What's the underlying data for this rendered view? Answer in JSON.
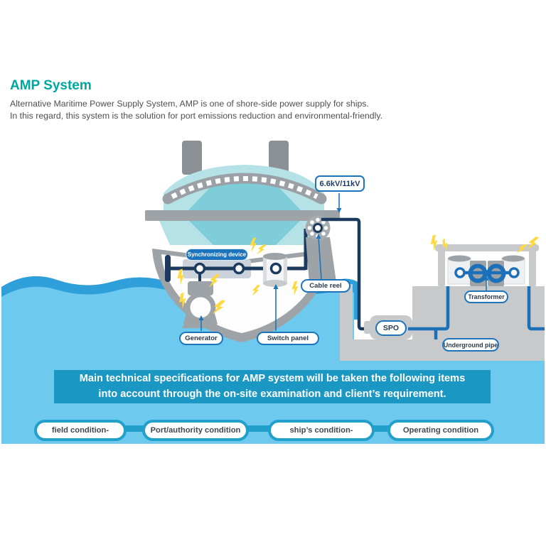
{
  "header": {
    "title": "AMP System",
    "subtitle_line1": "Alternative Maritime Power Supply System, AMP is one of shore-side power supply for ships.",
    "subtitle_line2": "In this regard, this system is the solution for port emissions reduction and environmental-friendly."
  },
  "diagram": {
    "labels": {
      "synchronizing_device": "Synchronizing device",
      "generator": "Generator",
      "switch_panel": "Switch panel",
      "cable_reel": "Cable reel",
      "voltage": "6.6kV/11kV",
      "spo": "SPO",
      "underground_pipe": "Underground pipe",
      "transformer": "Transformer"
    }
  },
  "banner": {
    "line1": "Main technical specifications for AMP system will be taken the following items",
    "line2": "into account through the on-site examination and client’s requirement."
  },
  "conditions": [
    {
      "label": "field condition-"
    },
    {
      "label": "Port/authority condition"
    },
    {
      "label": "ship’s condition-"
    },
    {
      "label": "Operating condition"
    }
  ],
  "colors": {
    "accent_teal": "#00A79E",
    "banner_blue": "#1B97C3",
    "condition_border": "#22A0CC",
    "label_border": "#1C75BC",
    "water_light": "#6EC9EF",
    "wave_dark": "#2E9FD9",
    "dock_gray": "#C7C9CB",
    "cable_navy": "#1B3A5E",
    "pipe_blue": "#1C6FB9",
    "lightning_yellow": "#FFD93D",
    "ship_teal_light": "#B5E2E7",
    "ship_teal_dark": "#7FCDD8",
    "ship_gray": "#9EA3A7"
  }
}
